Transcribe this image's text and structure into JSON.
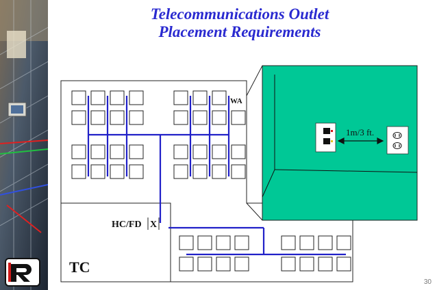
{
  "title": {
    "line1": "Telecommunications Outlet",
    "line2": "Placement Requirements"
  },
  "labels": {
    "work_area": "WA",
    "horizontal_cross_connect": "HC/FD",
    "cross_connect_mark": "X",
    "telecom_closet": "TC",
    "outlet_spacing": "1m/3 ft."
  },
  "page_number": "30",
  "colors": {
    "title": "#2a2ad0",
    "cable": "#2020c8",
    "room_background": "#00c896",
    "logo_red": "#d01818"
  },
  "icons": [
    "telecom-outlet-icon",
    "power-outlet-icon",
    "double-arrow-icon",
    "logo-r-icon"
  ]
}
